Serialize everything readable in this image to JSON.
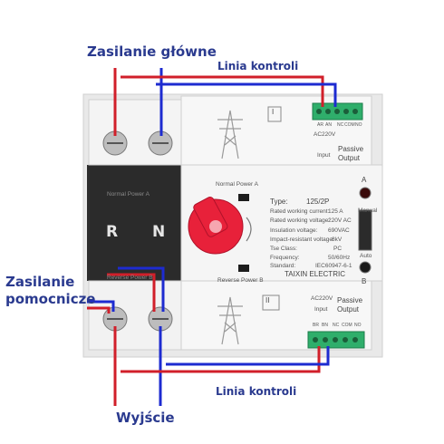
{
  "labels": {
    "main_supply": "Zasilanie główne",
    "control_line_top": "Linia kontroli",
    "backup_supply": "Zasilanie\npomocnicze",
    "output": "Wyjście",
    "control_line_bottom": "Linia kontroli"
  },
  "device": {
    "panel_left_top": "Normal Power A",
    "panel_left_bottom": "Reverse Power B",
    "terminal_r": "R",
    "terminal_n": "N",
    "knob_top_label": "Normal Power A",
    "knob_bottom_label": "Reverse Power B",
    "module_top": {
      "roman": "I",
      "voltage": "AC220V",
      "input": "Input",
      "passive": "Passive",
      "output": "Output",
      "pins": [
        "AR",
        "AN",
        "NC",
        "COM",
        "NO"
      ]
    },
    "module_bottom": {
      "roman": "II",
      "voltage": "AC220V",
      "input": "Input",
      "passive": "Passive",
      "output": "Output",
      "pins": [
        "BR",
        "BN",
        "NC",
        "COM",
        "NO"
      ]
    },
    "spec": {
      "type_label": "Type:",
      "type_value": "125/2P",
      "rows": [
        {
          "k": "Rated working current:",
          "v": "125 A"
        },
        {
          "k": "Rated working voltage:",
          "v": "220V AC"
        },
        {
          "k": "Insulation voltage:",
          "v": "690VAC"
        },
        {
          "k": "Impact-resistant voltage:",
          "v": "8kV"
        },
        {
          "k": "Tse Class:",
          "v": "PC"
        },
        {
          "k": "Frequency:",
          "v": "50/60Hz"
        },
        {
          "k": "Standard:",
          "v": "IEC60947-6-1"
        }
      ],
      "brand": "TAIXIN ELECTRIC"
    },
    "indicator_a": "A",
    "indicator_b": "B",
    "manual": "Manual",
    "auto": "Auto"
  },
  "colors": {
    "label_blue": "#2a3a8f",
    "wire_red": "#d11f2a",
    "wire_blue": "#1d2bd0",
    "knob_red": "#e8213a",
    "terminal_green": "#2fae6b",
    "body_grey": "#2b2b2b"
  }
}
